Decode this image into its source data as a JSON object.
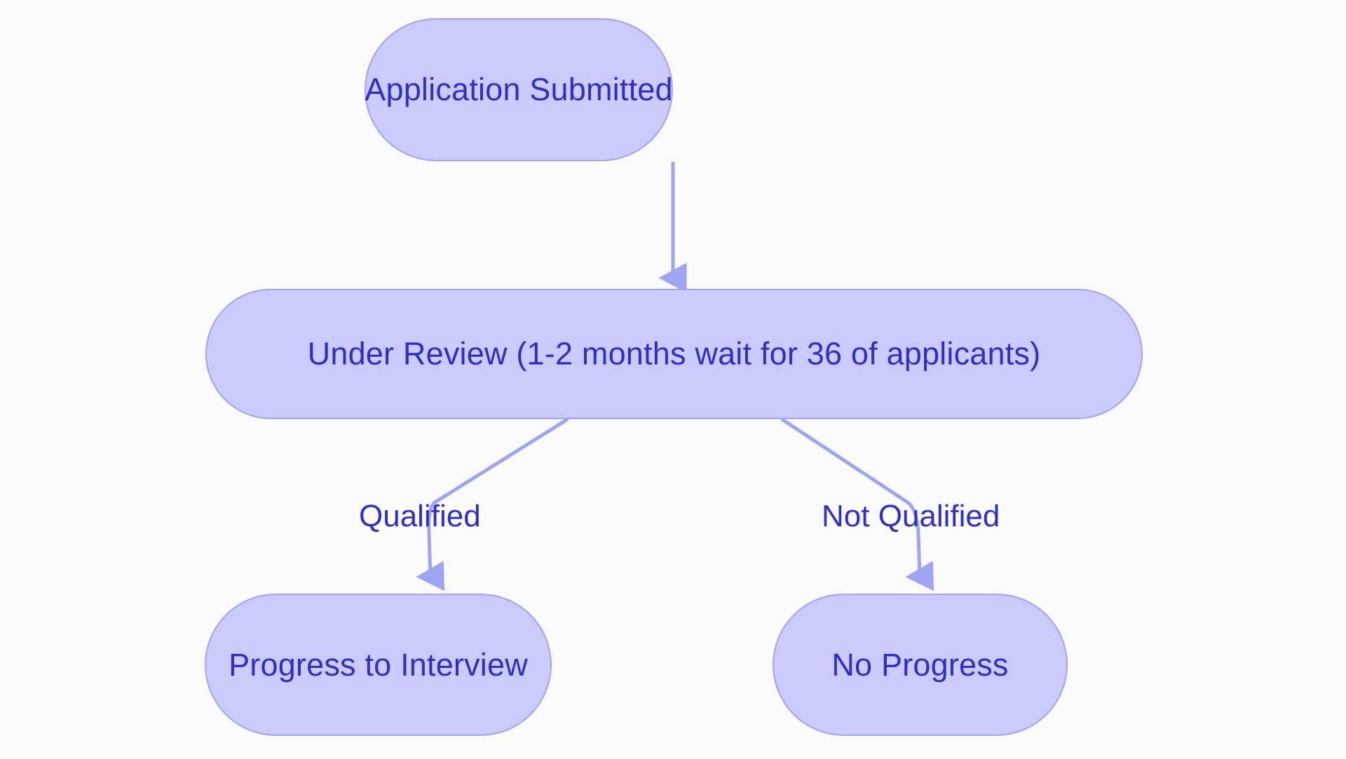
{
  "diagram": {
    "title": "Job Application Process Flowchart",
    "background_color": "#fafafa",
    "node_fill": "#cacbfc",
    "node_border": "#9fa4f0",
    "node_text_color": "#2f2fc8",
    "edge_color": "#9fa4f0",
    "nodes": [
      {
        "id": "application-submitted",
        "label": "Application Submitted"
      },
      {
        "id": "under-review",
        "label": "Under Review (1-2 months wait for 36 of applicants)"
      },
      {
        "id": "progress-interview",
        "label": "Progress to Interview"
      },
      {
        "id": "no-progress",
        "label": "No Progress"
      }
    ],
    "edges": [
      {
        "id": "edge-submitted-to-review",
        "from": "application-submitted",
        "to": "under-review",
        "label": ""
      },
      {
        "id": "edge-review-to-interview",
        "from": "under-review",
        "to": "progress-interview",
        "label": "Qualified"
      },
      {
        "id": "edge-review-to-no-progress",
        "from": "under-review",
        "to": "no-progress",
        "label": "Not Qualified"
      }
    ]
  }
}
